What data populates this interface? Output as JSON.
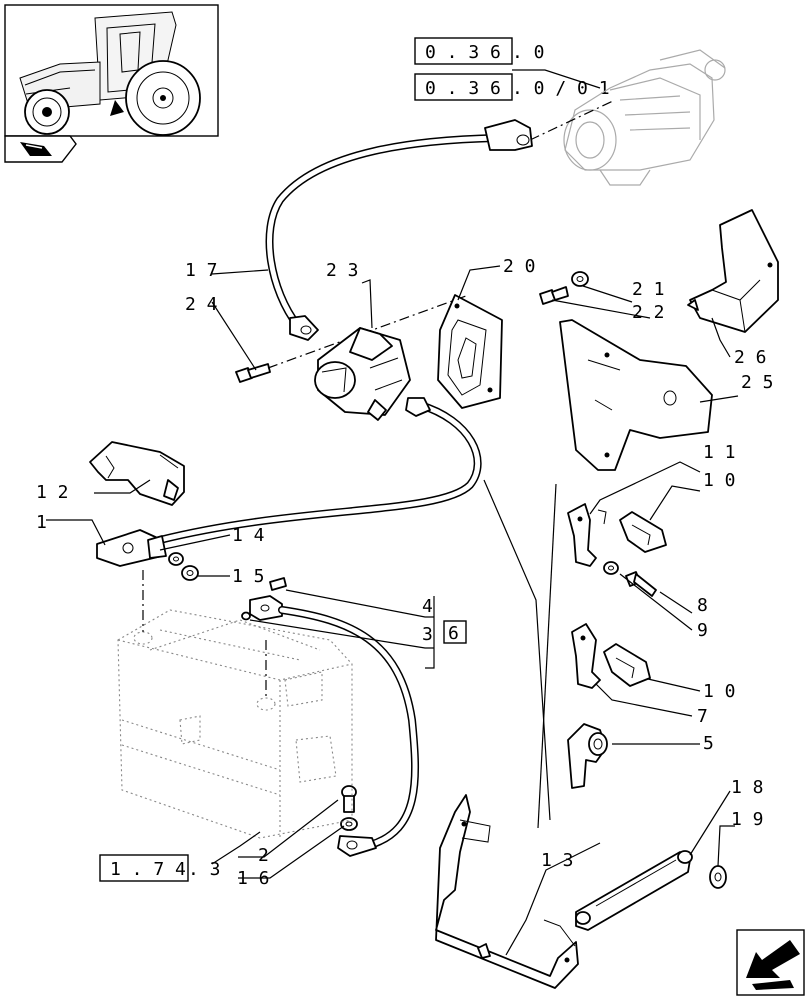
{
  "references": {
    "ref_top_1": {
      "box": "0 . 3 6",
      "suffix": ". 0"
    },
    "ref_top_2": {
      "box": "0 . 3 6",
      "suffix": ". 0 / 0 1"
    },
    "ref_battery": {
      "box": "1 . 7 4",
      "suffix": ". 3"
    },
    "ref_kit": "6"
  },
  "callouts": {
    "c1": "1",
    "c2": "2",
    "c3": "3",
    "c4": "4",
    "c5": "5",
    "c7": "7",
    "c8": "8",
    "c9": "9",
    "c10a": "1 0",
    "c10b": "1 0",
    "c11": "1 1",
    "c12": "1 2",
    "c13": "1 3",
    "c14": "1 4",
    "c15": "1 5",
    "c16": "1 6",
    "c17": "1 7",
    "c18": "1 8",
    "c19": "1 9",
    "c20": "2 0",
    "c21": "2 1",
    "c22": "2 2",
    "c23": "2 3",
    "c24": "2 4",
    "c25": "2 5",
    "c26": "2 6"
  },
  "icons": {
    "thumbnail": "tractor-thumbnail-icon",
    "book_tab": "book-icon",
    "nav": "previous-page-arrow-icon"
  }
}
